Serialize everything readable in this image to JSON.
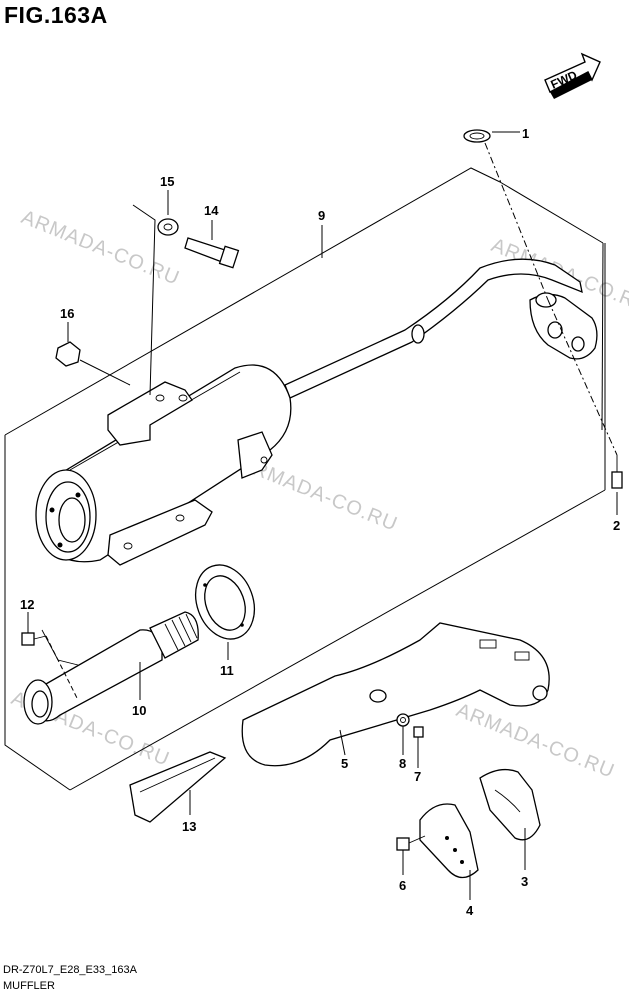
{
  "header": {
    "title": "FIG.163A"
  },
  "fwd_arrow": {
    "label": "FWD"
  },
  "watermark": {
    "text": "ARMADA-CO.RU"
  },
  "callouts": [
    {
      "number": "1",
      "part": "gasket"
    },
    {
      "number": "2",
      "part": "bolt"
    },
    {
      "number": "3",
      "part": "protector"
    },
    {
      "number": "4",
      "part": "protector"
    },
    {
      "number": "5",
      "part": "protector"
    },
    {
      "number": "6",
      "part": "bolt"
    },
    {
      "number": "7",
      "part": "bolt"
    },
    {
      "number": "8",
      "part": "washer"
    },
    {
      "number": "9",
      "part": "muffler assy"
    },
    {
      "number": "10",
      "part": "pipe"
    },
    {
      "number": "11",
      "part": "gasket"
    },
    {
      "number": "12",
      "part": "screw"
    },
    {
      "number": "13",
      "part": "protector"
    },
    {
      "number": "14",
      "part": "bolt"
    },
    {
      "number": "15",
      "part": "washer"
    },
    {
      "number": "16",
      "part": "nut"
    }
  ],
  "footer": {
    "code": "DR-Z70L7_E28_E33_163A",
    "name": "MUFFLER"
  }
}
